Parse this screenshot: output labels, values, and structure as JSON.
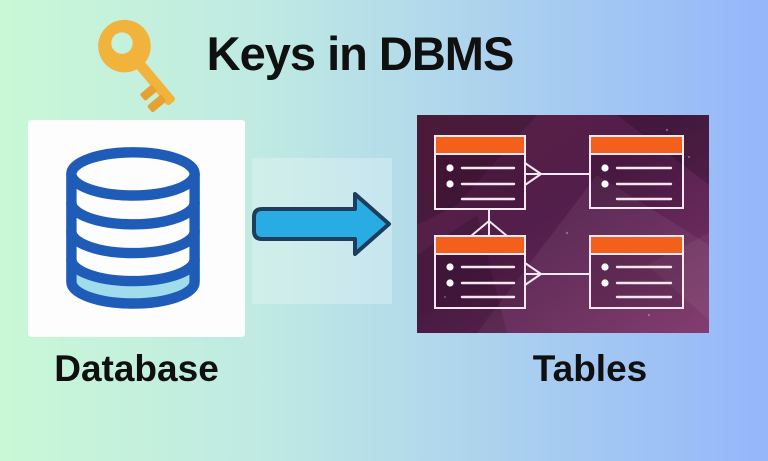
{
  "header": {
    "title": "Keys in DBMS"
  },
  "labels": {
    "left": "Database",
    "right": "Tables"
  },
  "icons": {
    "key": "key-icon",
    "database": "database-cylinder-icon",
    "arrow": "right-arrow-icon",
    "tables": "er-diagram-tables-illustration"
  },
  "colors": {
    "bg-left": "#c9f8d6",
    "bg-right": "#95b6fb",
    "text": "#101010",
    "key-gold": "#F2B33D",
    "key-gold-dark": "#E5A232",
    "card-bg": "#FDFDFD",
    "db-blue": "#1E5CB8",
    "db-cyan": "#A0DCEC",
    "arrow-fill": "#29ACE3",
    "arrow-stroke": "#1E3D5C",
    "img-bg-a": "#5A2044",
    "img-bg-b": "#521E4B",
    "img-bg-c": "#7A3166",
    "entity-orange": "#F3601C",
    "entity-stroke": "#F6E8F0"
  }
}
